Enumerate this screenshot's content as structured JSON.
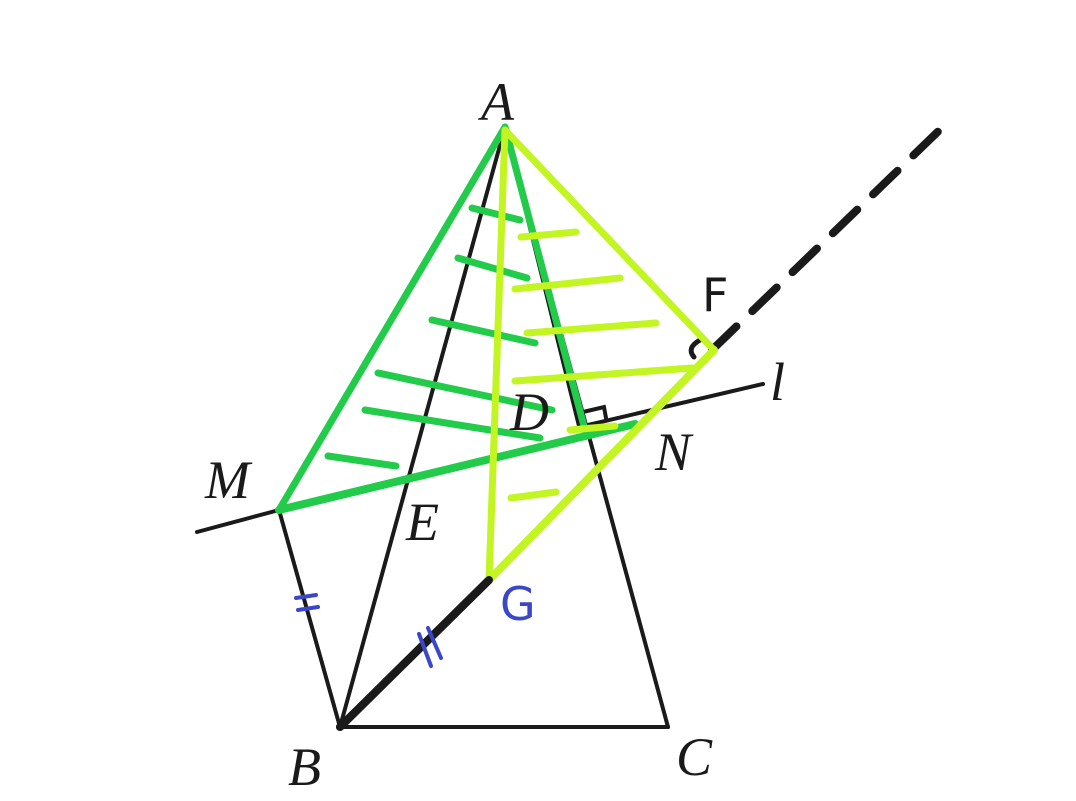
{
  "points": {
    "A": "A",
    "B": "B",
    "C": "C",
    "D": "D",
    "E": "E",
    "F": "F",
    "G": "G",
    "M": "M",
    "N": "N"
  },
  "line_label": "l",
  "tick_marks": {
    "single": "=",
    "double": "//"
  },
  "colors": {
    "ink": "#1a1a1a",
    "green": "#22cc4a",
    "yellow_green": "#c2f522",
    "blue_annotation": "#3b47c9"
  }
}
